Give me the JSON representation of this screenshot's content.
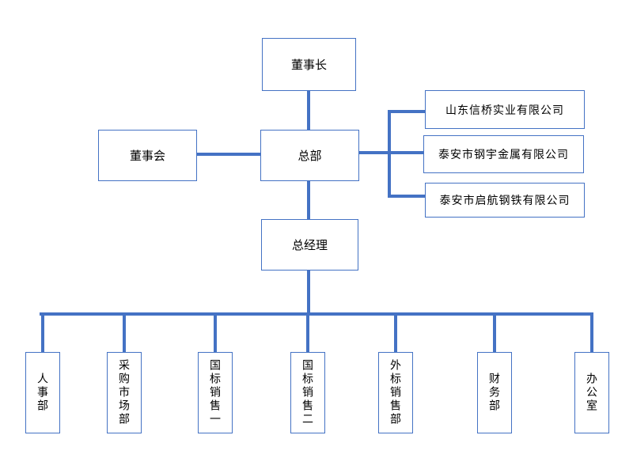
{
  "org_chart": {
    "accent_color": "#4472C4",
    "background_color": "#FFFFFF",
    "nodes": {
      "chairman": {
        "label": "董事长"
      },
      "board": {
        "label": "董事会"
      },
      "hq": {
        "label": "总部"
      },
      "gm": {
        "label": "总经理"
      },
      "companies": [
        {
          "label": "山东信桥实业有限公司"
        },
        {
          "label": "泰安市钢宇金属有限公司"
        },
        {
          "label": "泰安市启航钢铁有限公司"
        }
      ],
      "departments": [
        {
          "label": "人事部"
        },
        {
          "label": "采购市场部"
        },
        {
          "label": "国标销售一"
        },
        {
          "label": "国标销售二"
        },
        {
          "label": "外标销售部"
        },
        {
          "label": "财务部"
        },
        {
          "label": "办公室"
        }
      ]
    },
    "edges": [
      {
        "from": "chairman",
        "to": "hq"
      },
      {
        "from": "board",
        "to": "hq"
      },
      {
        "from": "hq",
        "to": "company-1"
      },
      {
        "from": "hq",
        "to": "company-2"
      },
      {
        "from": "hq",
        "to": "company-3"
      },
      {
        "from": "hq",
        "to": "gm"
      },
      {
        "from": "gm",
        "to": "department-1"
      },
      {
        "from": "gm",
        "to": "department-2"
      },
      {
        "from": "gm",
        "to": "department-3"
      },
      {
        "from": "gm",
        "to": "department-4"
      },
      {
        "from": "gm",
        "to": "department-5"
      },
      {
        "from": "gm",
        "to": "department-6"
      },
      {
        "from": "gm",
        "to": "department-7"
      }
    ]
  }
}
